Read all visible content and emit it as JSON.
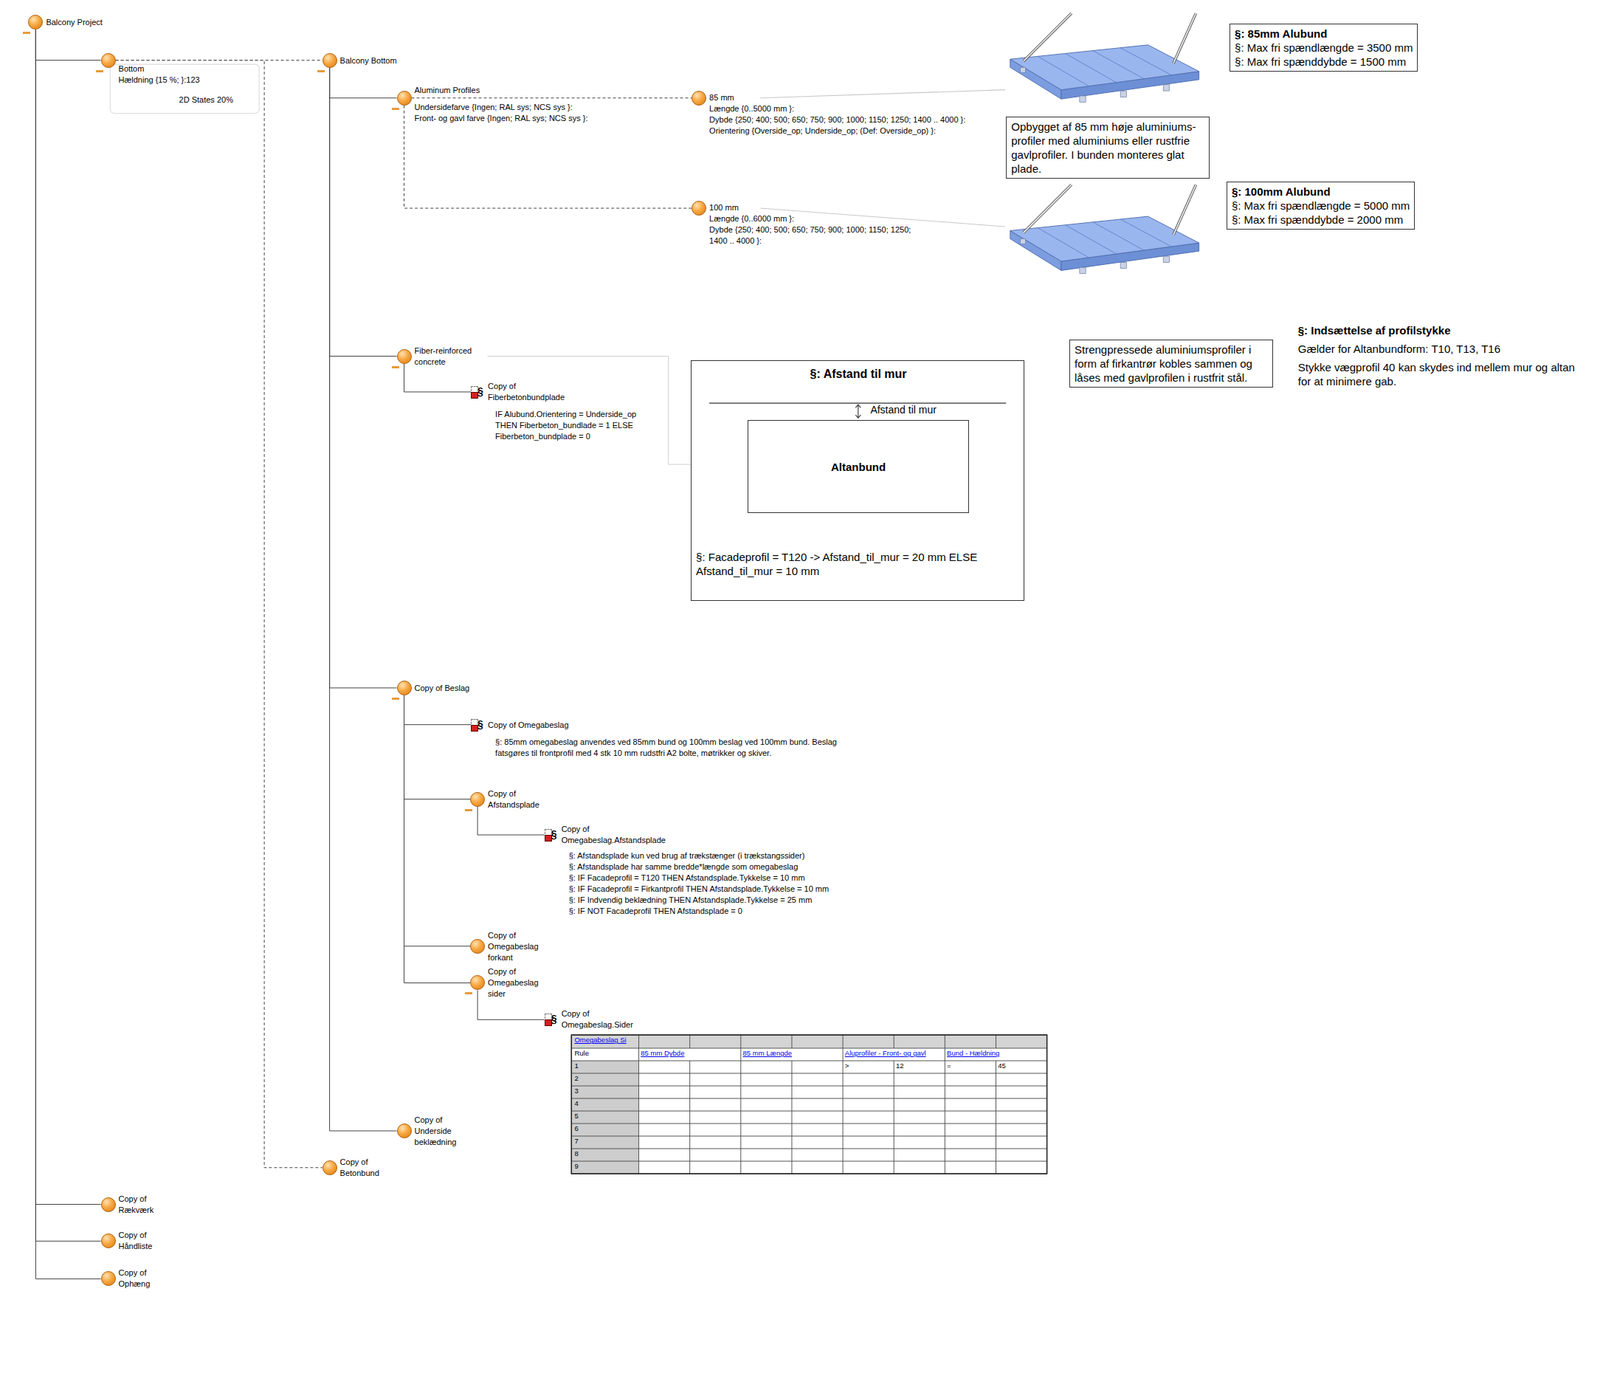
{
  "diagram": {
    "nodes": [
      {
        "text": [
          "Balcony Project"
        ]
      },
      {
        "text": [
          "Bottom",
          "Hældning {15 %; }:123",
          "2D States 20%"
        ]
      },
      {
        "text": [
          "Balcony Bottom"
        ]
      },
      {
        "text": [
          "Aluminum Profiles",
          "Undersidefarve {Ingen; RAL sys; NCS sys }:",
          "Front- og gavl farve {Ingen; RAL sys; NCS sys }:"
        ]
      },
      {
        "text": [
          "85 mm",
          "Længde {0..5000 mm }:",
          "Dybde {250; 400; 500; 650; 750; 900; 1000; 1150; 1250; 1400 .. 4000 }:",
          "Orientering {Overside_op; Underside_op; (Def: Overside_op) }:"
        ]
      },
      {
        "text": [
          "100 mm",
          "Længde {0..6000 mm }:",
          "Dybde {250; 400; 500; 650; 750; 900; 1000; 1150; 1250; 1400 .. 4000 }:"
        ]
      },
      {
        "text": [
          "Fiber-reinforced concrete"
        ]
      },
      {
        "text": [
          "§",
          "Copy of Fiberbetonbundplade",
          "IF Alubund.Orientering = Underside_op THEN Fiberbeton_bundlade = 1 ELSE Fiberbeton_bundplade = 0"
        ]
      },
      {
        "text": [
          "Copy of Beslag"
        ]
      },
      {
        "text": [
          "§",
          "Copy of Omegabeslag",
          "§: 85mm omegabeslag anvendes ved 85mm bund og 100mm beslag ved 100mm bund. Beslag fatsgøres til frontprofil med 4 stk 10 mm rudstfri A2 bolte, møtrikker og skiver."
        ]
      },
      {
        "text": [
          "Copy of Afstandsplade"
        ]
      },
      {
        "text": [
          "§",
          "Copy of Omegabeslag.Afstandsplade",
          "§: Afstandsplade kun ved brug af trækstænger (i trækstangssider)",
          "§: Afstandsplade har samme bredde*længde som omegabeslag",
          "§: IF Facadeprofil = T120 THEN Afstandsplade.Tykkelse = 10 mm",
          "§: IF Facadeprofil = Firkantprofil THEN Afstandsplade.Tykkelse = 10 mm",
          "§: IF Indvendig beklædning THEN Afstandsplade.Tykkelse = 25 mm",
          "§: IF NOT Facadeprofil THEN Afstandsplade = 0"
        ]
      },
      {
        "text": [
          "Copy of Omegabeslag forkant"
        ]
      },
      {
        "text": [
          "Copy of Omegabeslag sider"
        ]
      },
      {
        "text": [
          "§",
          "Copy of Omegabeslag.Sider"
        ]
      },
      {
        "text": [
          "Copy of Underside beklædning"
        ]
      },
      {
        "text": [
          "Copy of Betonbund"
        ]
      },
      {
        "text": [
          "Copy of Rækværk"
        ]
      },
      {
        "text": [
          "Copy of Håndliste"
        ]
      },
      {
        "text": [
          "Copy of Ophæng"
        ]
      },
      {
        "text": [
          "§: 85mm Alubund",
          "§: Max fri spændlængde = 3500 mm",
          "§: Max fri spænddybde = 1500 mm"
        ]
      },
      {
        "text": [
          "Opbygget af 85 mm høje aluminiums-profiler med aluminiums eller rustfrie gavlprofiler. I bunden monteres glat plade."
        ]
      },
      {
        "text": [
          "§: 100mm Alubund",
          "§: Max fri spændlængde = 5000 mm",
          "§: Max fri spænddybde = 2000 mm"
        ]
      },
      {
        "text": [
          "Strengpressede aluminiumsprofiler i form af firkantrør kobles sammen og låses med gavlprofilen i rustfrit stål."
        ]
      },
      {
        "text": [
          "§: Afstand til mur",
          "§: Facadeprofil = T120 -> Afstand_til_mur = 20 mm ELSE Afstand_til_mur = 10 mm"
        ]
      },
      {
        "text": [
          "Altanbund"
        ],
        "in": 24
      }
    ],
    "edges": [
      {
        "from": 0,
        "to": 1,
        "arrow": "none"
      },
      {
        "from": 0,
        "to": 17,
        "arrow": "none"
      },
      {
        "from": 0,
        "to": 18,
        "arrow": "none"
      },
      {
        "from": 0,
        "to": 19,
        "arrow": "none"
      },
      {
        "from": 1,
        "to": 2,
        "arrow": "none"
      },
      {
        "from": 1,
        "to": 16,
        "arrow": "none"
      },
      {
        "from": 2,
        "to": 3,
        "arrow": "none"
      },
      {
        "from": 2,
        "to": 6,
        "arrow": "none"
      },
      {
        "from": 2,
        "to": 8,
        "arrow": "none"
      },
      {
        "from": 2,
        "to": 15,
        "arrow": "none"
      },
      {
        "from": 3,
        "to": 4,
        "arrow": "none"
      },
      {
        "from": 3,
        "to": 5,
        "arrow": "none"
      },
      {
        "from": 6,
        "to": 7,
        "arrow": "none"
      },
      {
        "from": 6,
        "to": 24,
        "arrow": "none"
      },
      {
        "from": 8,
        "to": 9,
        "arrow": "none"
      },
      {
        "from": 8,
        "to": 10,
        "arrow": "none"
      },
      {
        "from": 8,
        "to": 12,
        "arrow": "none"
      },
      {
        "from": 8,
        "to": 13,
        "arrow": "none"
      },
      {
        "from": 10,
        "to": 11,
        "arrow": "none"
      },
      {
        "from": 13,
        "to": 14,
        "arrow": "none"
      }
    ],
    "labels": [
      "§: Indsættelse af profilstykke",
      "Gælder for Altanbundform: T10, T13, T16",
      "Stykke vægprofil 40 kan skydes ind mellem mur og altan for at minimere gab.",
      "Afstand til mur",
      "Omegabeslag Si",
      "Rule",
      "85 mm Dybde",
      "85 mm Længde",
      "Aluprofiler - Front- og gavl",
      "Bund - Hældning",
      "1",
      "2",
      "3",
      "4",
      "5",
      "6",
      "7",
      "8",
      "9",
      ">",
      "12",
      "=",
      "45"
    ]
  }
}
